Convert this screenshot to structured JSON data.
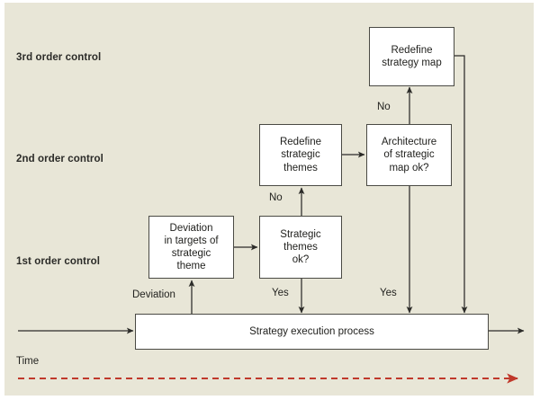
{
  "figure": {
    "background_color": "#e8e6d7",
    "page_color": "#ffffff",
    "node_fill": "#ffffff",
    "line_color": "#2b2b28",
    "timeline_color": "#c0392b"
  },
  "tier_labels": [
    {
      "id": "third-order",
      "text": "3rd order control"
    },
    {
      "id": "second-order",
      "text": "2nd order control"
    },
    {
      "id": "first-order",
      "text": "1st order control"
    }
  ],
  "nodes": [
    {
      "id": "redefine-strategy-map",
      "text": "Redefine\nstrategy map"
    },
    {
      "id": "architecture-of-strategic-map-ok",
      "text": "Architecture\nof strategic\nmap ok?"
    },
    {
      "id": "redefine-strategic-themes",
      "text": "Redefine\nstrategic\nthemes"
    },
    {
      "id": "deviation-in-targets",
      "text": "Deviation\nin targets of\nstrategic\ntheme"
    },
    {
      "id": "strategic-themes-ok",
      "text": "Strategic\nthemes\nok?"
    },
    {
      "id": "strategy-execution-process",
      "text": "Strategy execution process"
    }
  ],
  "edge_labels": [
    {
      "id": "no-upper",
      "text": "No"
    },
    {
      "id": "no-middle",
      "text": "No"
    },
    {
      "id": "deviation",
      "text": "Deviation"
    },
    {
      "id": "yes-themes",
      "text": "Yes"
    },
    {
      "id": "yes-architecture",
      "text": "Yes"
    }
  ],
  "timeline": {
    "label": "Time"
  }
}
